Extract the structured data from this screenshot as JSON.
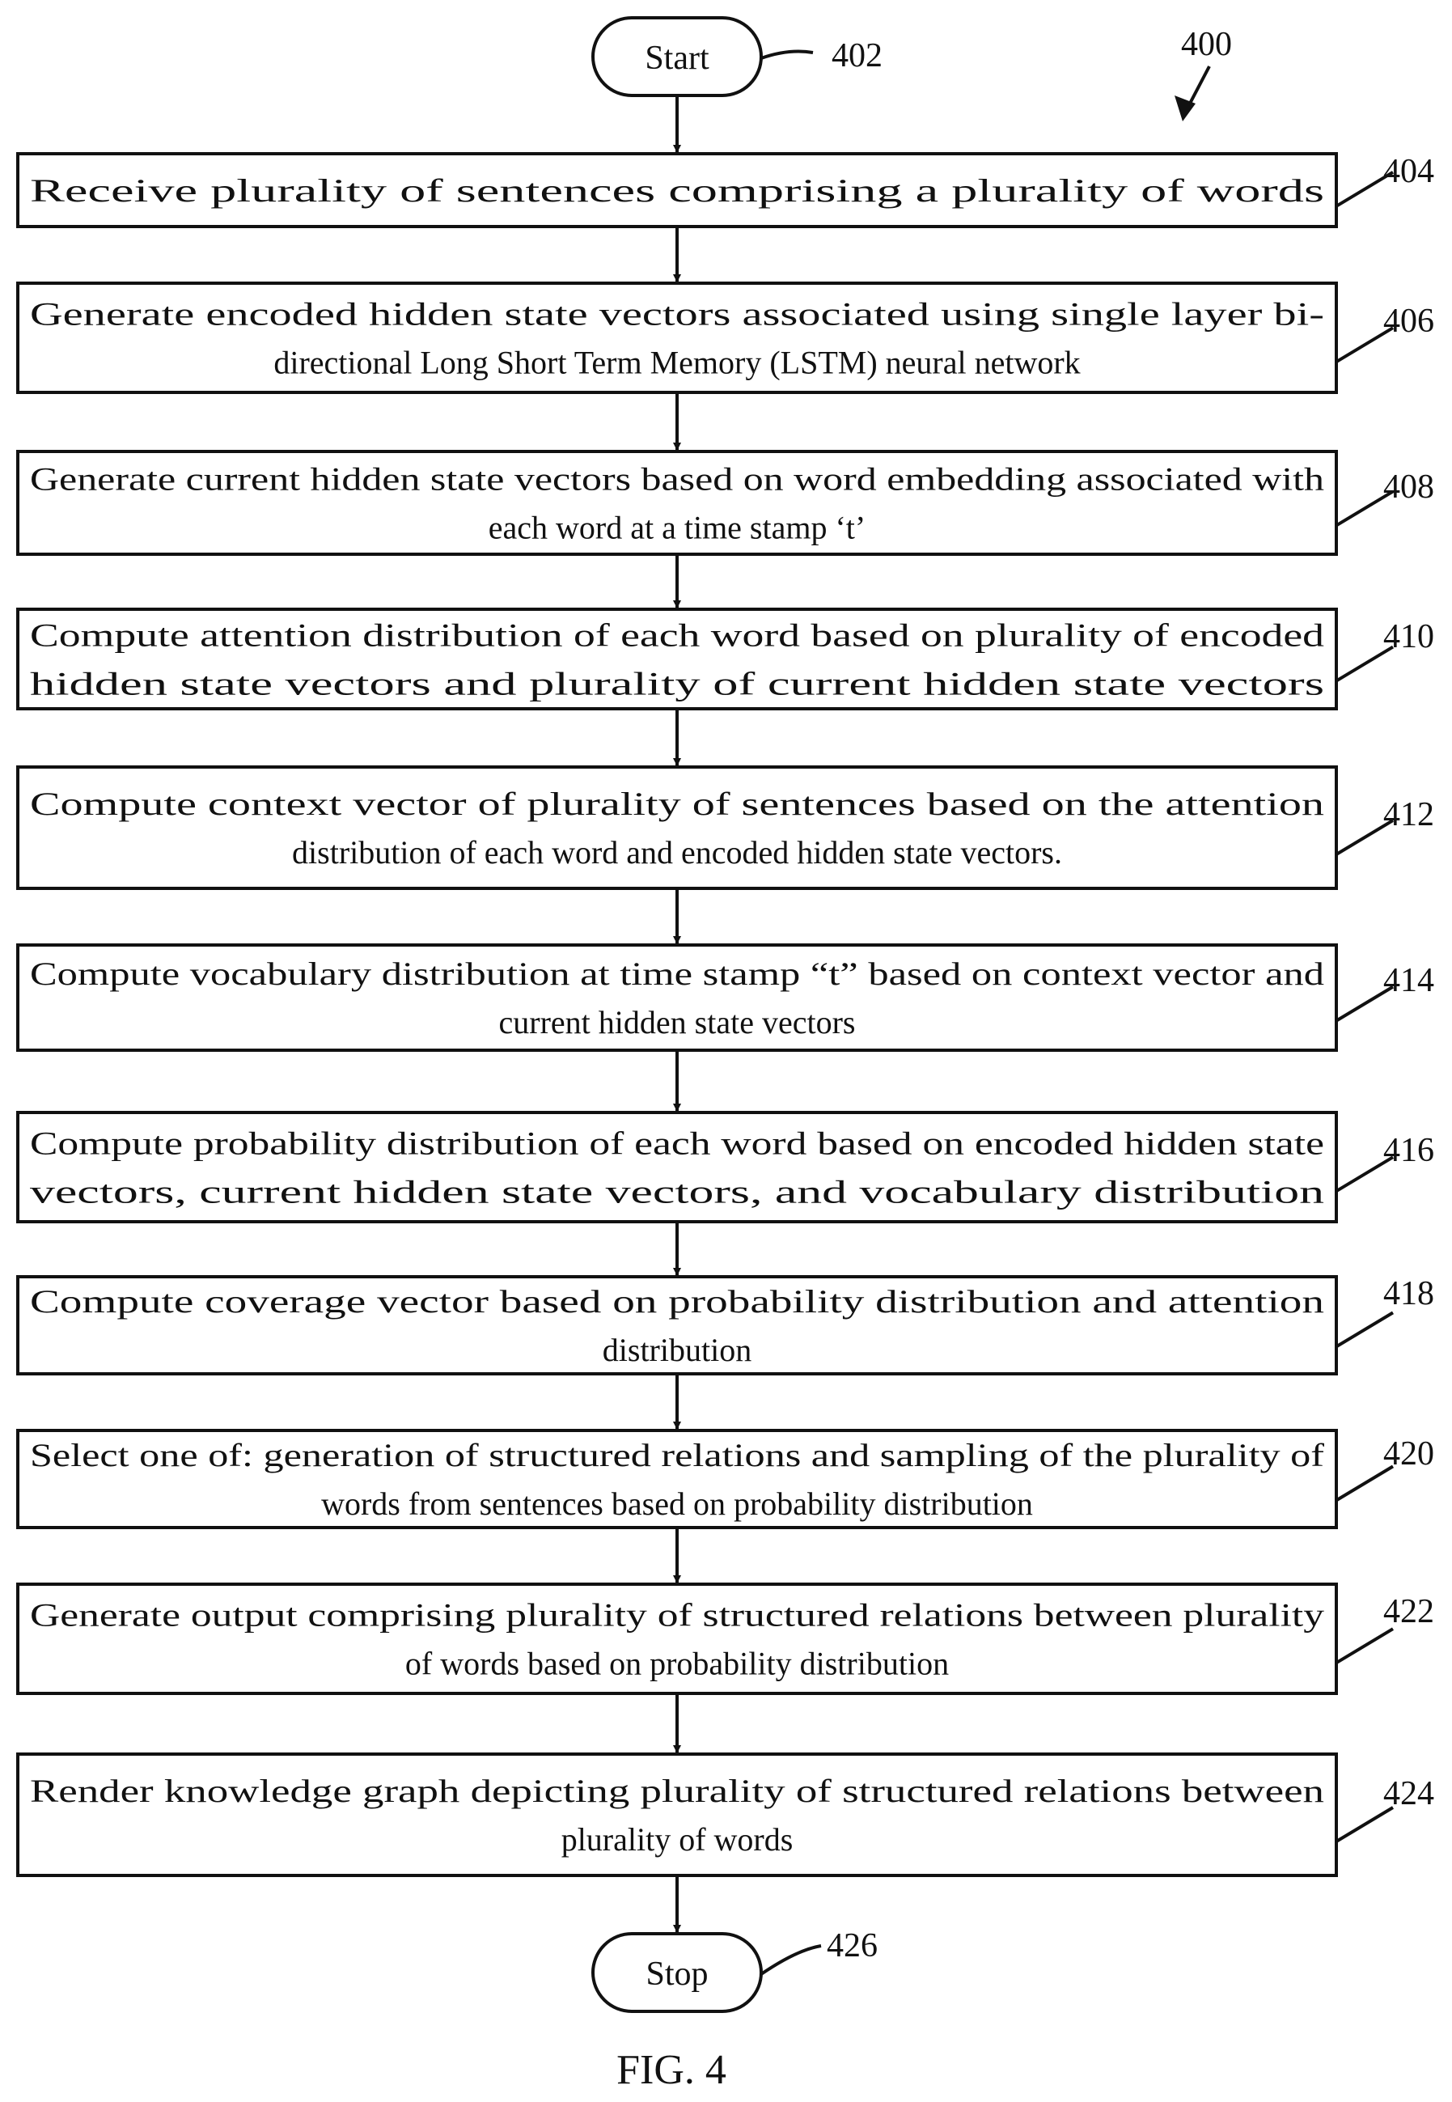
{
  "figure": {
    "ref": "400",
    "caption": "FIG. 4"
  },
  "start": {
    "label": "Start",
    "ref": "402"
  },
  "stop": {
    "label": "Stop",
    "ref": "426"
  },
  "steps": [
    {
      "ref": "404",
      "lines": [
        "Receive plurality of sentences comprising a plurality of words"
      ]
    },
    {
      "ref": "406",
      "lines": [
        "Generate encoded hidden state vectors associated using single layer bi-",
        "directional Long Short Term Memory (LSTM) neural network"
      ]
    },
    {
      "ref": "408",
      "lines": [
        "Generate current hidden state vectors based on word embedding associated with",
        "each word at a time stamp ‘t’"
      ]
    },
    {
      "ref": "410",
      "lines": [
        "Compute attention distribution of each word based on plurality of encoded",
        "hidden state vectors and plurality of current hidden state vectors"
      ]
    },
    {
      "ref": "412",
      "lines": [
        "Compute context vector of plurality of sentences based on the attention",
        "distribution of each word and encoded hidden state vectors."
      ]
    },
    {
      "ref": "414",
      "lines": [
        "Compute vocabulary distribution at time stamp “t” based on context vector and",
        "current hidden state vectors"
      ]
    },
    {
      "ref": "416",
      "lines": [
        "Compute probability distribution of each word based on encoded hidden state",
        "vectors, current hidden state vectors, and vocabulary distribution"
      ]
    },
    {
      "ref": "418",
      "lines": [
        "Compute coverage vector based on probability distribution and attention",
        "distribution"
      ]
    },
    {
      "ref": "420",
      "lines": [
        "Select one of: generation of structured relations and sampling of the plurality of",
        "words from sentences based on probability distribution"
      ]
    },
    {
      "ref": "422",
      "lines": [
        "Generate output comprising plurality of structured relations between plurality",
        "of words based on probability distribution"
      ]
    },
    {
      "ref": "424",
      "lines": [
        "Render knowledge graph depicting plurality of structured relations between",
        "plurality of words"
      ]
    }
  ]
}
